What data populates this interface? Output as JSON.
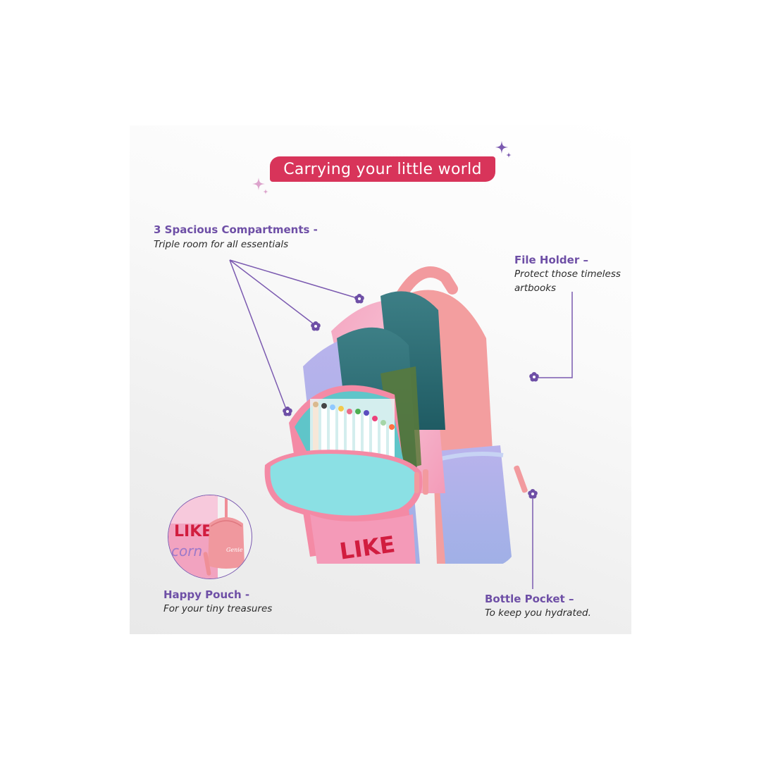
{
  "banner": {
    "text": "Carrying your little world",
    "color": "#d8345a"
  },
  "accent_color": "#6e4fa6",
  "features": [
    {
      "title": "3 Spacious Compartments -",
      "description": "Triple room for all essentials"
    },
    {
      "title": "File Holder –",
      "description": "Protect those timeless artbooks"
    },
    {
      "title": "Happy Pouch -",
      "description": "For your tiny treasures"
    },
    {
      "title": "Bottle Pocket –",
      "description": "To keep you hydrated."
    }
  ],
  "product_image": {
    "alt": "Pink and lavender kids backpack with open front compartment showing markers",
    "print_text": "LIKE"
  },
  "pouch_image": {
    "alt": "Small pink pouch attached to backpack",
    "print_text": "LIKE"
  }
}
